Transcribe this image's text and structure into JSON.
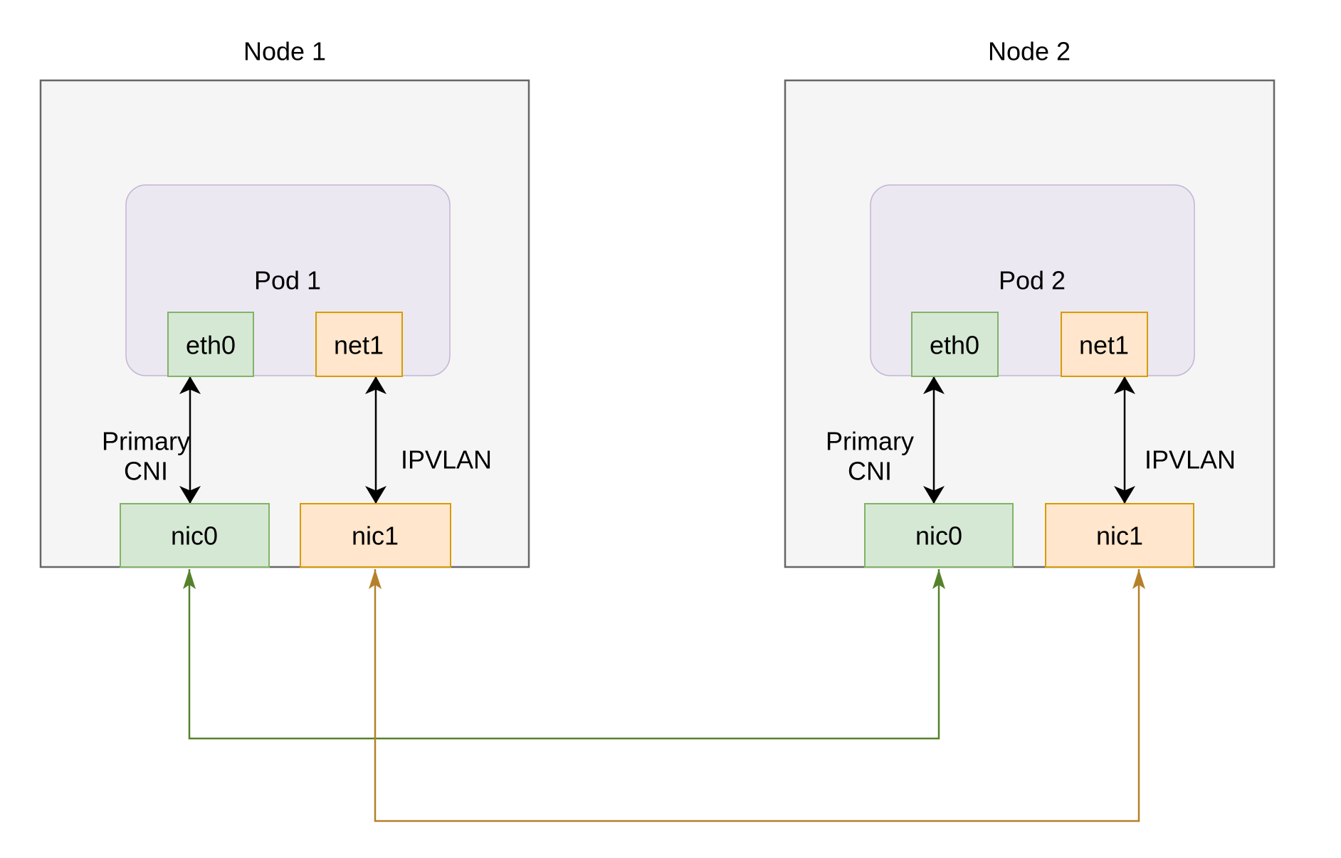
{
  "colors": {
    "node_fill": "#f5f5f5",
    "node_border": "#666666",
    "pod_fill": "#ece8f2",
    "pod_border": "#c3b4d2",
    "intf_green_fill": "#d5e8d4",
    "intf_green_border": "#82b366",
    "intf_orange_fill": "#ffe6cc",
    "intf_orange_border": "#d79b00",
    "arrow_black": "#000000",
    "link_green": "#56812b",
    "link_orange": "#b5802a",
    "text": "#000000"
  },
  "nodes": [
    {
      "title": "Node 1",
      "pod": {
        "label": "Pod 1"
      },
      "pod_interfaces": [
        {
          "label": "eth0"
        },
        {
          "label": "net1"
        }
      ],
      "nics": [
        {
          "label": "nic0"
        },
        {
          "label": "nic1"
        }
      ],
      "cni_label_lines": [
        "Primary",
        "CNI"
      ],
      "ipvlan_label": "IPVLAN"
    },
    {
      "title": "Node 2",
      "pod": {
        "label": "Pod 2"
      },
      "pod_interfaces": [
        {
          "label": "eth0"
        },
        {
          "label": "net1"
        }
      ],
      "nics": [
        {
          "label": "nic0"
        },
        {
          "label": "nic1"
        }
      ],
      "cni_label_lines": [
        "Primary",
        "CNI"
      ],
      "ipvlan_label": "IPVLAN"
    }
  ],
  "external_links": [
    {
      "from": "node1.nic0",
      "to": "node2.nic0",
      "color": "#56812b"
    },
    {
      "from": "node1.nic1",
      "to": "node2.nic1",
      "color": "#b5802a"
    }
  ]
}
